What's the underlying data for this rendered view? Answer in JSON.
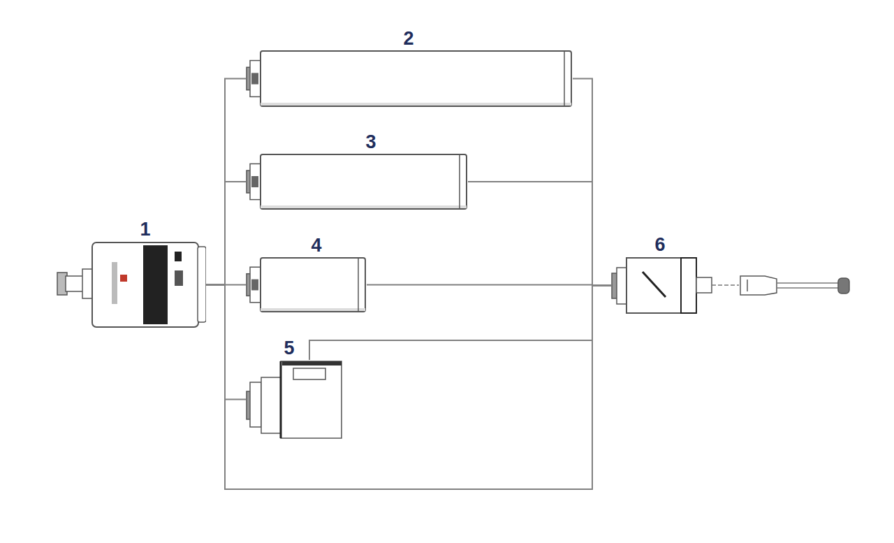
{
  "diagram": {
    "nodes": [
      {
        "text": [
          "1"
        ]
      },
      {
        "text": [
          "2"
        ]
      },
      {
        "text": [
          "3"
        ]
      },
      {
        "text": [
          "4"
        ]
      },
      {
        "text": [
          "5"
        ]
      },
      {
        "text": [
          "6"
        ]
      }
    ],
    "edges": [
      {
        "from": 0,
        "to": 1,
        "arrow": "none"
      },
      {
        "from": 0,
        "to": 2,
        "arrow": "none"
      },
      {
        "from": 0,
        "to": 3,
        "arrow": "none"
      },
      {
        "from": 0,
        "to": 4,
        "arrow": "none"
      },
      {
        "from": 1,
        "to": 5,
        "arrow": "none"
      },
      {
        "from": 2,
        "to": 5,
        "arrow": "none"
      },
      {
        "from": 3,
        "to": 5,
        "arrow": "none"
      },
      {
        "from": 4,
        "to": 5,
        "arrow": "none"
      }
    ]
  }
}
